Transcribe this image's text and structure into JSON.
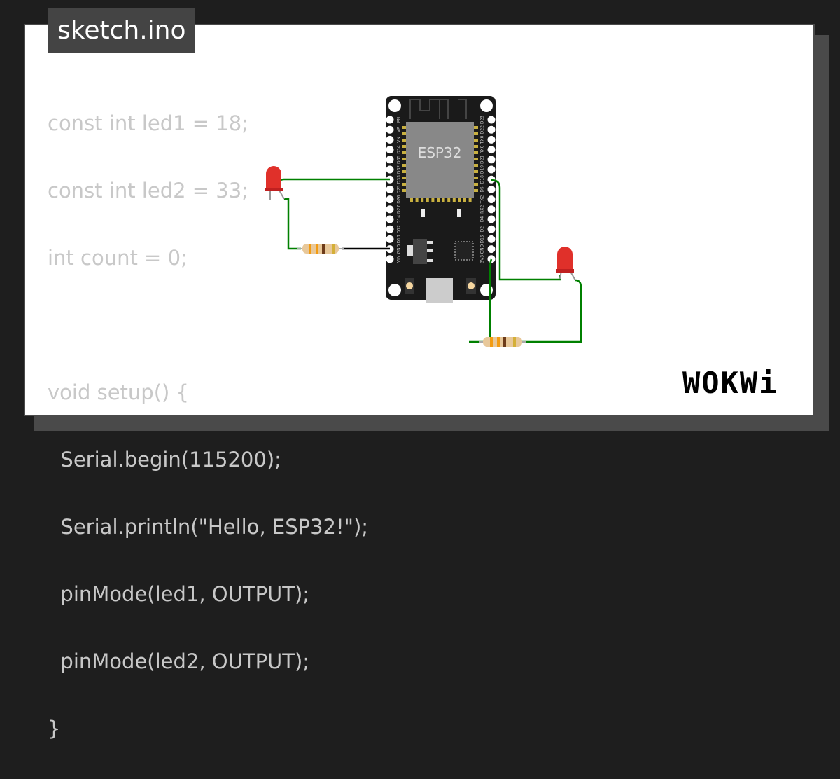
{
  "title": "sketch.ino",
  "code": [
    "const int led1 = 18;",
    "const int led2 = 33;",
    "int count = 0;",
    "",
    "void setup() {",
    "  Serial.begin(115200);",
    "  Serial.println(\"Hello, ESP32!\");",
    "  pinMode(led1, OUTPUT);",
    "  pinMode(led2, OUTPUT);",
    "}"
  ],
  "board": {
    "chip_label": "ESP32",
    "left_pins": [
      "EN",
      "VP",
      "VN",
      "D34",
      "D35",
      "D32",
      "D33",
      "D25",
      "D26",
      "D27",
      "D14",
      "D12",
      "D13",
      "GND",
      "VIN"
    ],
    "right_pins": [
      "D23",
      "D22",
      "TX0",
      "RX0",
      "D21",
      "D19",
      "D18",
      "D5",
      "TX2",
      "RX2",
      "D4",
      "D2",
      "D15",
      "GND",
      "3V3"
    ]
  },
  "logo": "WOKWi",
  "colors": {
    "wire": "#008000",
    "led": "#e0302a",
    "board": "#1a1a1a"
  }
}
